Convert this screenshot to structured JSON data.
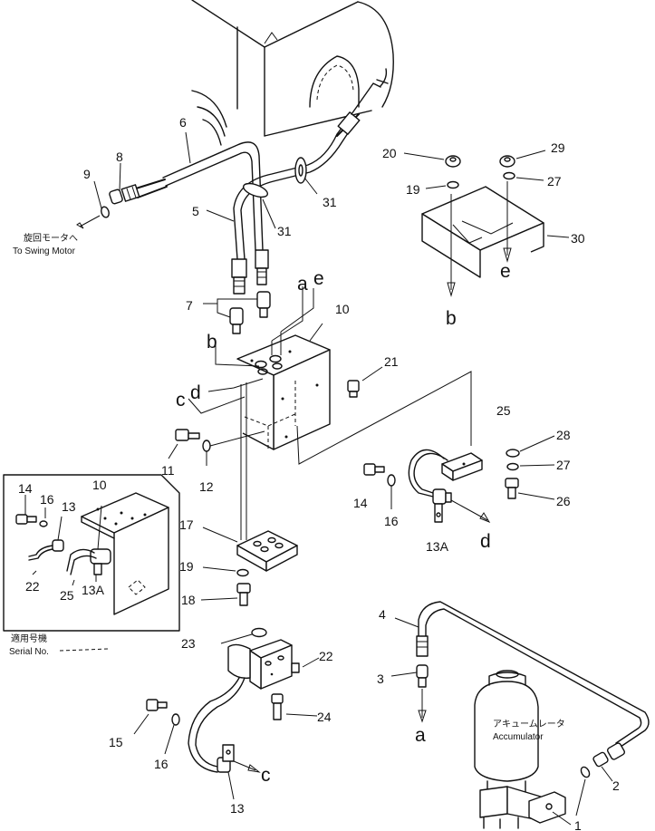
{
  "callouts": {
    "n1": "1",
    "n2": "2",
    "n3": "3",
    "n4": "4",
    "n5": "5",
    "n6": "6",
    "n7": "7",
    "n8": "8",
    "n9": "9",
    "n10": "10",
    "n10b": "10",
    "n11": "11",
    "n12": "12",
    "n13": "13",
    "n13b": "13",
    "n13A": "13A",
    "n13Ab": "13A",
    "n14": "14",
    "n14b": "14",
    "n15": "15",
    "n16": "16",
    "n16b": "16",
    "n16c": "16",
    "n17": "17",
    "n18": "18",
    "n19": "19",
    "n19b": "19",
    "n20": "20",
    "n21": "21",
    "n22": "22",
    "n22b": "22",
    "n23": "23",
    "n24": "24",
    "n25": "25",
    "n25b": "25",
    "n26": "26",
    "n27": "27",
    "n27b": "27",
    "n28": "28",
    "n29": "29",
    "n30": "30",
    "n31": "31",
    "n31b": "31"
  },
  "letters": {
    "a1": "a",
    "a2": "a",
    "b1": "b",
    "b2": "b",
    "c1": "c",
    "c2": "c",
    "d1": "d",
    "d2": "d",
    "e1": "e",
    "e2": "e"
  },
  "captions": {
    "swing_jp": "旋回モータへ",
    "swing_en": "To Swing Motor",
    "acc_jp": "アキュームレータ",
    "acc_en": "Accumulator",
    "serial_jp": "適用号機",
    "serial_en": "Serial No."
  }
}
